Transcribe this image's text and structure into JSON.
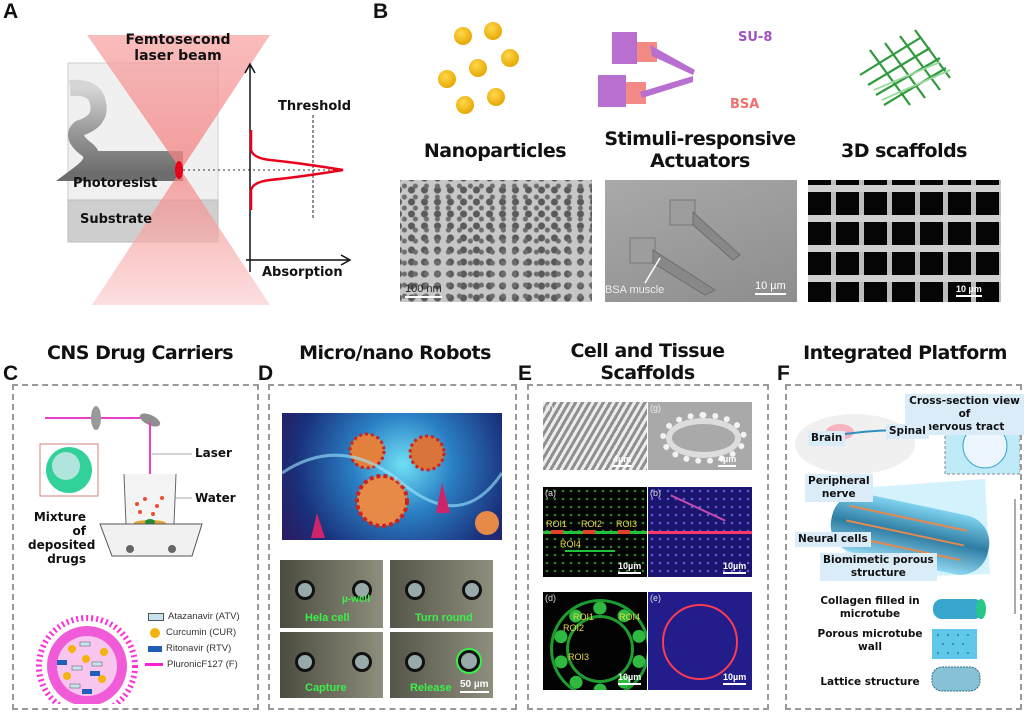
{
  "panel_labels": {
    "a": "A",
    "b": "B",
    "c": "C",
    "d": "D",
    "e": "E",
    "f": "F"
  },
  "panel_a": {
    "beam": "Femtosecond laser beam",
    "beam_line1": "Femtosecond",
    "beam_line2": "laser beam",
    "photoresist": "Photoresist",
    "substrate": "Substrate",
    "threshold": "Threshold",
    "absorption": "Absorption"
  },
  "panel_b": {
    "nanoparticles": "Nanoparticles",
    "actuators_line1": "Stimuli-responsive",
    "actuators_line2": "Actuators",
    "scaffolds": "3D scaffolds",
    "su8": "SU-8",
    "bsa": "BSA",
    "scale_np": "100 nm",
    "bsa_muscle": "BSA muscle",
    "scale_act": "10 µm",
    "scale_scaf": "10 µm"
  },
  "panel_c": {
    "title": "CNS Drug Carriers",
    "laser": "Laser",
    "water": "Water",
    "mixture_line1": "Mixture of",
    "mixture_line2": "deposited",
    "mixture_line3": "drugs",
    "legend": [
      {
        "label": "Atazanavir (ATV)",
        "color": "#c9e3ee"
      },
      {
        "label": "Curcumin (CUR)",
        "color": "#f2b311"
      },
      {
        "label": "Ritonavir (RTV)",
        "color": "#1f5fb8"
      },
      {
        "label": "PluronicF127 (F)",
        "color": "#ff1fd2"
      }
    ]
  },
  "panel_d": {
    "title": "Micro/nano Robots",
    "frames": [
      "Hela cell",
      "Turn round",
      "Capture",
      "Release"
    ],
    "mu_well": "µ-well",
    "scale": "50 µm"
  },
  "panel_e": {
    "title_line1": "Cell and Tissue",
    "title_line2": "Scaffolds",
    "sub": {
      "f": "(f)",
      "g": "(g)",
      "a": "(a)",
      "b": "(b)",
      "d": "(d)",
      "e": "(e)"
    },
    "scale_small": "4µm",
    "scale_large": "10µm",
    "roi": [
      "ROI1",
      "ROI2",
      "ROI3",
      "ROI4"
    ]
  },
  "panel_f": {
    "title": "Integrated Platform",
    "cross_section_line1": "Cross-section view of",
    "cross_section_line2": "nervous tract",
    "brain": "Brain",
    "spinal": "Spinal",
    "peripheral_line1": "Peripheral",
    "peripheral_line2": "nerve",
    "neural_cells": "Neural cells",
    "biomimetic_line1": "Biomimetic porous",
    "biomimetic_line2": "structure",
    "collagen_line1": "Collagen filled in",
    "collagen_line2": "microtube",
    "porous_line1": "Porous microtube",
    "porous_line2": "wall",
    "lattice": "Lattice structure"
  }
}
